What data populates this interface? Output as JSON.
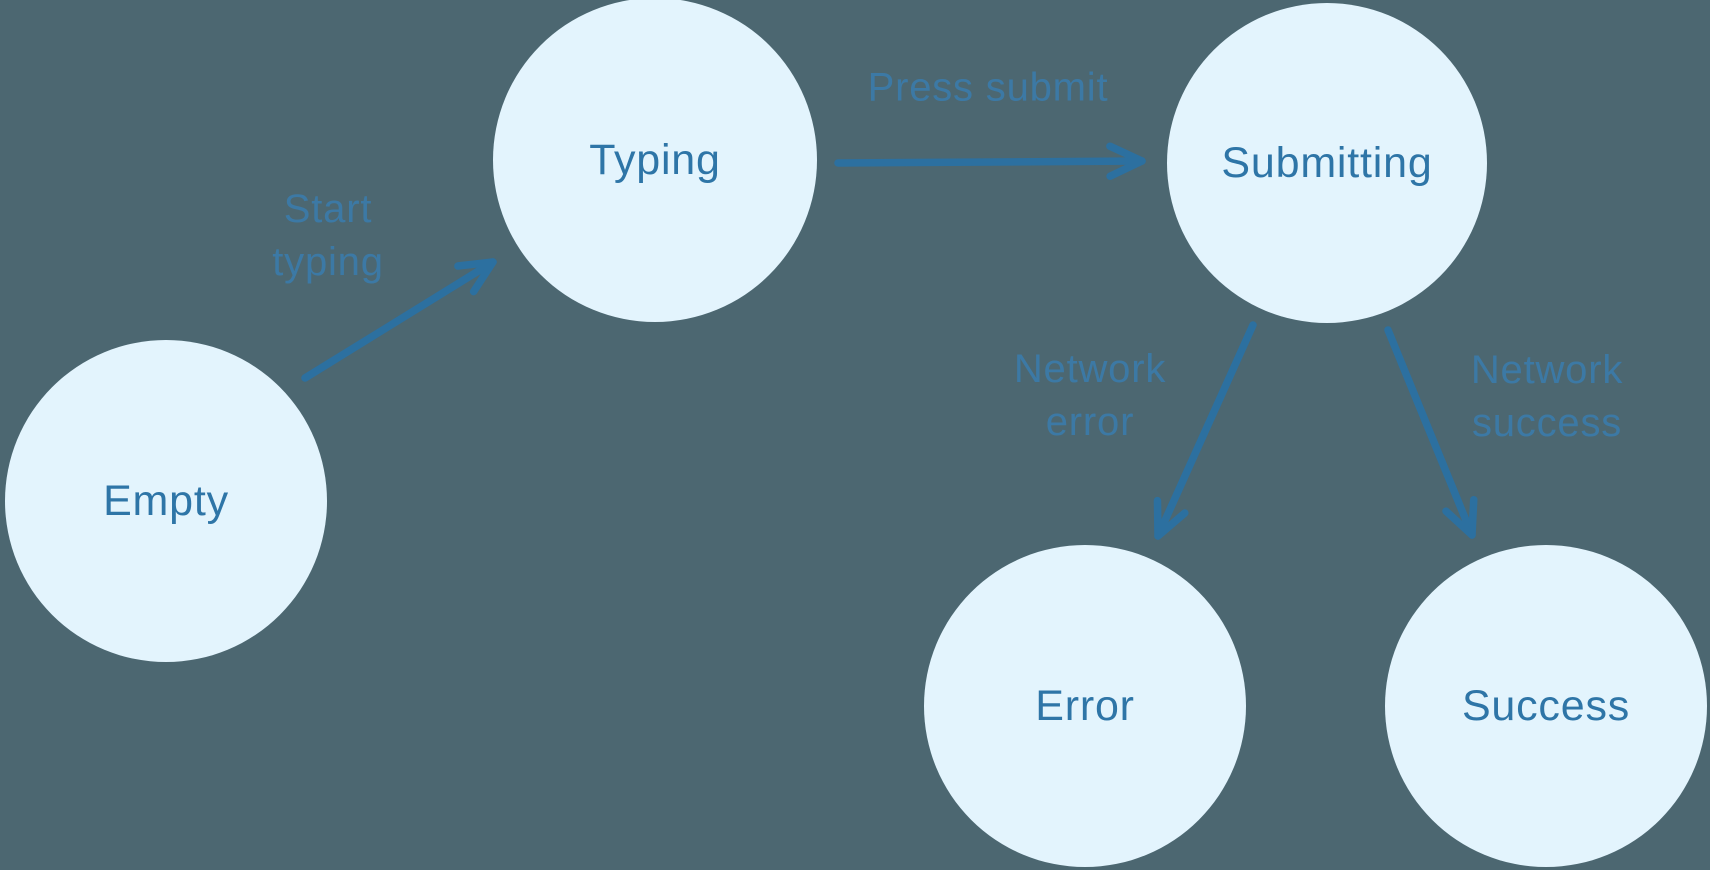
{
  "diagram": {
    "type": "state-machine",
    "states": [
      {
        "id": "empty",
        "label": "Empty"
      },
      {
        "id": "typing",
        "label": "Typing"
      },
      {
        "id": "submitting",
        "label": "Submitting"
      },
      {
        "id": "error",
        "label": "Error"
      },
      {
        "id": "success",
        "label": "Success"
      }
    ],
    "transitions": [
      {
        "from": "empty",
        "to": "typing",
        "label": "Start\ntyping"
      },
      {
        "from": "typing",
        "to": "submitting",
        "label": "Press submit"
      },
      {
        "from": "submitting",
        "to": "error",
        "label": "Network\nerror"
      },
      {
        "from": "submitting",
        "to": "success",
        "label": "Network\nsuccess"
      }
    ],
    "colors": {
      "background": "#4C6771",
      "state_fill": "#E3F4FD",
      "state_text": "#2E75A7",
      "arrow": "#2C70A0",
      "transition_text": "#3C7BA8"
    }
  }
}
